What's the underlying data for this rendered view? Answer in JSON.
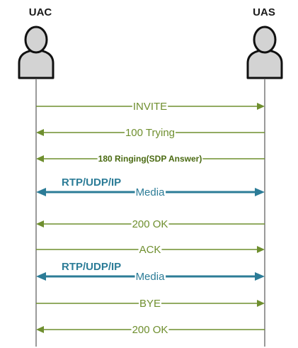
{
  "actors": {
    "left": {
      "label": "UAC"
    },
    "right": {
      "label": "UAS"
    }
  },
  "colors": {
    "signal": "#6f8f2f",
    "signal_text_bold": "#4a6a12",
    "media": "#2c7c97",
    "lifeline": "#9a9a9a",
    "person_fill": "#d3d3d3",
    "person_stroke": "#111111"
  },
  "messages": [
    {
      "id": "invite",
      "label": "INVITE",
      "direction": "right",
      "type": "signal"
    },
    {
      "id": "trying",
      "label": "100 Trying",
      "direction": "left",
      "type": "signal"
    },
    {
      "id": "ringing",
      "label": "180 Ringing(SDP Answer)",
      "direction": "left",
      "type": "signal",
      "small_bold": true
    },
    {
      "id": "media1",
      "label": "Media",
      "direction": "both",
      "type": "media",
      "protocol": "RTP/UDP/IP"
    },
    {
      "id": "ok1",
      "label": "200 OK",
      "direction": "left",
      "type": "signal"
    },
    {
      "id": "ack",
      "label": "ACK",
      "direction": "right",
      "type": "signal"
    },
    {
      "id": "media2",
      "label": "Media",
      "direction": "both",
      "type": "media",
      "protocol": "RTP/UDP/IP"
    },
    {
      "id": "bye",
      "label": "BYE",
      "direction": "right",
      "type": "signal"
    },
    {
      "id": "ok2",
      "label": "200 OK",
      "direction": "left",
      "type": "signal"
    }
  ]
}
